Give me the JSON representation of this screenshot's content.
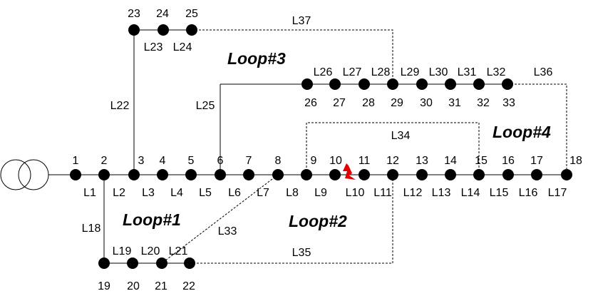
{
  "diagram": {
    "bus_numbers": [
      "1",
      "2",
      "3",
      "4",
      "5",
      "6",
      "7",
      "8",
      "9",
      "10",
      "11",
      "12",
      "13",
      "14",
      "15",
      "16",
      "17",
      "18",
      "19",
      "20",
      "21",
      "22",
      "23",
      "24",
      "25",
      "26",
      "27",
      "28",
      "29",
      "30",
      "31",
      "32",
      "33"
    ],
    "branch_labels": [
      "L1",
      "L2",
      "L3",
      "L4",
      "L5",
      "L6",
      "L7",
      "L8",
      "L9",
      "L10",
      "L11",
      "L12",
      "L13",
      "L14",
      "L15",
      "L16",
      "L17",
      "L18",
      "L19",
      "L20",
      "L21",
      "L22",
      "L23",
      "L24",
      "L25",
      "L26",
      "L27",
      "L28",
      "L29",
      "L30",
      "L31",
      "L32",
      "L33",
      "L34",
      "L35",
      "L36",
      "L37"
    ],
    "loops": [
      "Loop#1",
      "Loop#2",
      "Loop#3",
      "Loop#4"
    ],
    "fault_color": "#e00000",
    "icons": [
      "transformer-icon",
      "fault-lightning-icon"
    ]
  }
}
